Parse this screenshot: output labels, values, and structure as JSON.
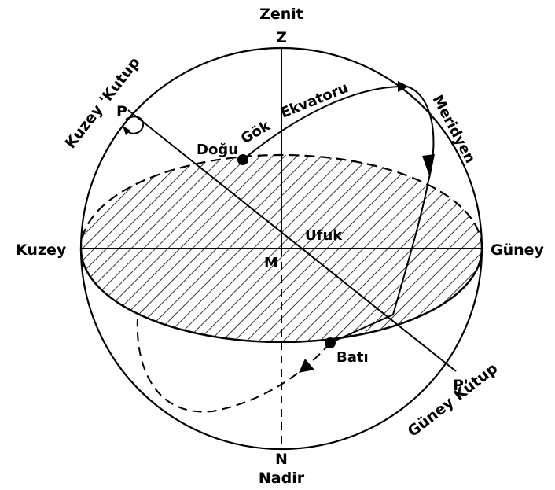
{
  "colors": {
    "ink": "#000000",
    "paper": "#ffffff"
  },
  "labels": {
    "zenit": "Zenit",
    "z": "Z",
    "kuzey_kutup": "Kuzey 'Kutup",
    "p": "P",
    "dogu": "Doğu",
    "gok": "Gök",
    "ekvatoru": "Ekvatoru",
    "meridyen": "Meridyen",
    "kuzey": "Kuzey",
    "ufuk": "Ufuk",
    "guney": "Güney",
    "m": "M",
    "bati": "Batı",
    "p_prime": "P'",
    "guney_kutup": "Güney Kutup",
    "n": "N",
    "nadir": "Nadir"
  }
}
